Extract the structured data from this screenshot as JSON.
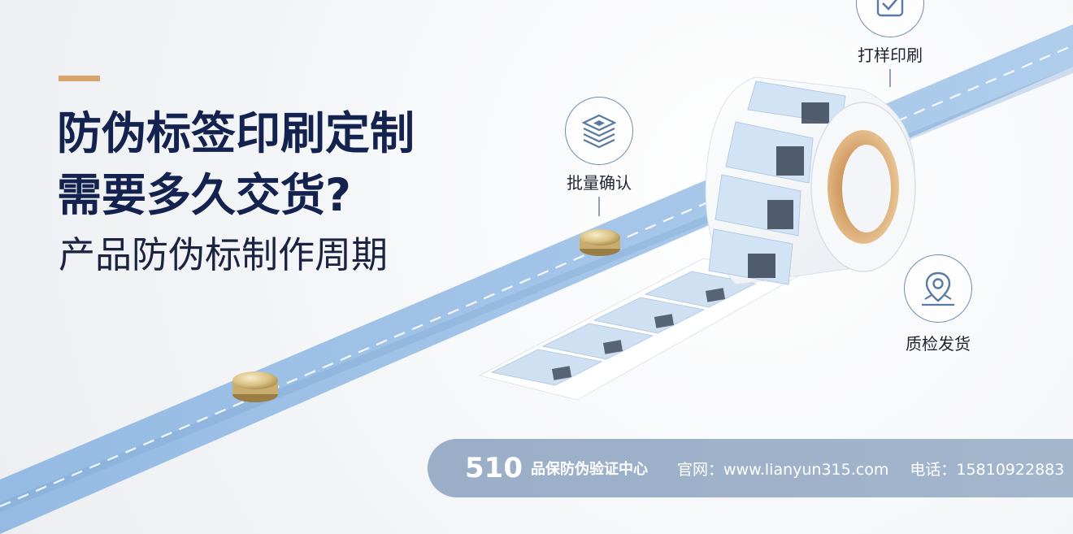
{
  "headline": {
    "line1": "防伪标签印刷定制",
    "line2": "需要多久交货?",
    "subtitle": "产品防伪标制作周期"
  },
  "steps": [
    {
      "label": "打样印刷",
      "icon": "checkbox-icon"
    },
    {
      "label": "批量确认",
      "icon": "layers-icon"
    },
    {
      "label": "质检发货",
      "icon": "location-pin-icon"
    }
  ],
  "footer": {
    "brand_number": "510",
    "brand_name": "品保防伪验证中心",
    "website": "官网：www.lianyun315.com",
    "phone": "电话：15810922883"
  },
  "colors": {
    "title": "#14224f",
    "accent": "#d8a46a",
    "belt": "#a9c9ea",
    "footer_bar": "#9aaec8"
  }
}
